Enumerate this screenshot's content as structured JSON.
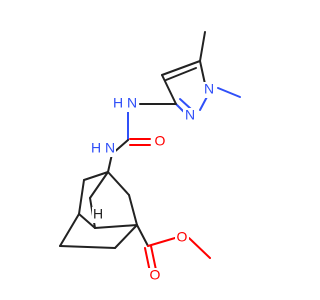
{
  "molecule": {
    "atoms": [
      {
        "id": "N1",
        "symbol": "N",
        "color": "#3050f8"
      },
      {
        "id": "N2",
        "symbol": "N",
        "color": "#3050f8"
      },
      {
        "id": "NH1",
        "symbol": "H",
        "color": "#3050f8",
        "prefix": "N"
      },
      {
        "id": "NH2",
        "symbol": "H",
        "color": "#3050f8",
        "prefix": "N"
      },
      {
        "id": "O1",
        "symbol": "O",
        "color": "#ff0000"
      },
      {
        "id": "O2",
        "symbol": "O",
        "color": "#ff0000"
      },
      {
        "id": "O3",
        "symbol": "O",
        "color": "#ff0000"
      },
      {
        "id": "H1",
        "symbol": "H",
        "color": "#222222"
      }
    ],
    "labels": {
      "n_ring1": "N",
      "n_ring2": "N",
      "nh_top": "H",
      "nh_top_n": "N",
      "nh_mid": "H",
      "nh_mid_n": "N",
      "o_urea": "O",
      "o_ester_carbonyl": "O",
      "o_ester": "O",
      "h_bridge": "H"
    }
  },
  "colors": {
    "carbon": "#222222",
    "nitrogen": "#3050f8",
    "oxygen": "#ff0000",
    "background": "#ffffff"
  }
}
